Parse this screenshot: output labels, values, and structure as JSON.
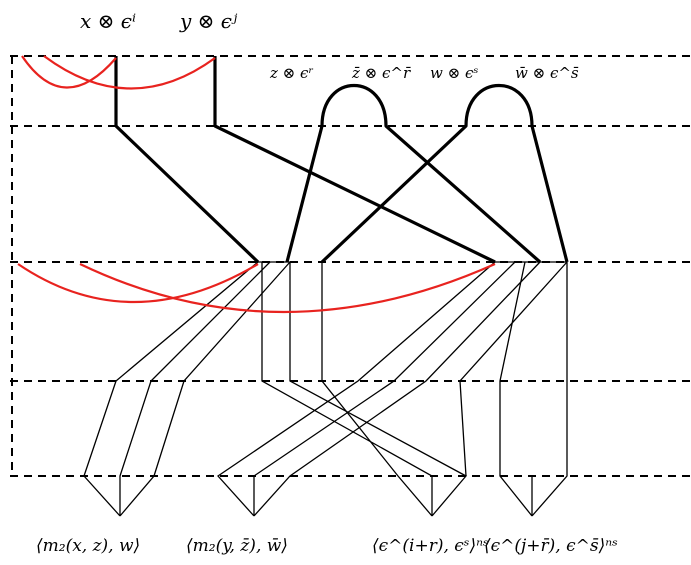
{
  "labels": {
    "top": [
      "x ⊗ ϵⁱ",
      "y ⊗ ϵʲ"
    ],
    "middle": [
      "z ⊗ ϵʳ",
      "z̄ ⊗ ϵ^r̄",
      "w ⊗ ϵˢ",
      "w̄ ⊗ ϵ^s̄"
    ],
    "bottom": [
      "⟨m₂(x, z), w⟩",
      "⟨m₂(y, z̄), w̄⟩",
      "⟨ϵ^(i+r), ϵˢ⟩ⁿˢ",
      "⟨ϵ^(j+r̄), ϵ^s̄⟩ⁿˢ"
    ]
  },
  "colors": {
    "wire": "#000000",
    "arc": "#e8231f"
  }
}
